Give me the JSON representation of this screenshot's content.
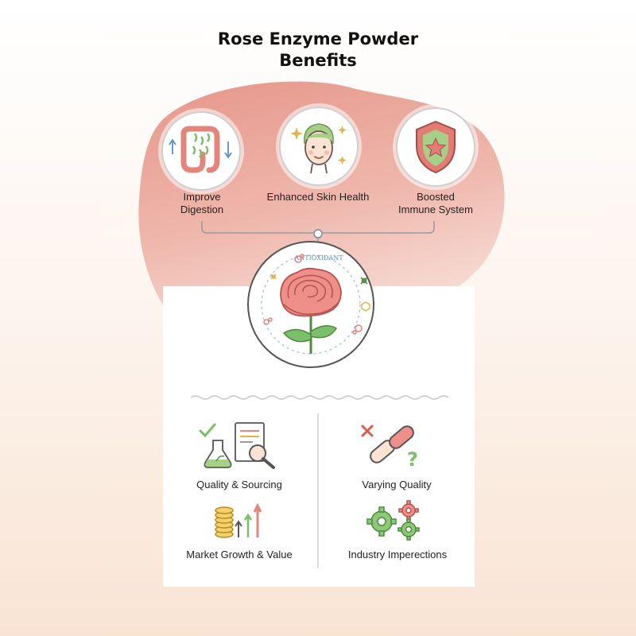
{
  "title": {
    "line1": "Rose Enzyme Powder",
    "line2": "Benefits"
  },
  "benefits": [
    {
      "line1": "Improve",
      "line2": "Digestion",
      "icon": "intestine-icon"
    },
    {
      "line1": "Enhanced Skin Health",
      "line2": "",
      "icon": "face-icon"
    },
    {
      "line1": "Boosted",
      "line2": "Immune System",
      "icon": "shield-star-icon"
    }
  ],
  "center": {
    "label": "ANTIOXIDANT",
    "icon": "rose-icon"
  },
  "bottom": {
    "left": [
      {
        "label": "Quality & Sourcing",
        "icon": "lab-inspection-icon"
      },
      {
        "label": "Market Growth & Value",
        "icon": "coins-growth-icon"
      }
    ],
    "right": [
      {
        "label": "Varying Quality",
        "icon": "broken-chain-icon"
      },
      {
        "label": "Industry Imperections",
        "icon": "gears-icon"
      }
    ]
  },
  "colors": {
    "blob": "#e8a196",
    "rose": "#ef8f8a",
    "leaf": "#7cbf6b",
    "shield": "#e37c74"
  }
}
